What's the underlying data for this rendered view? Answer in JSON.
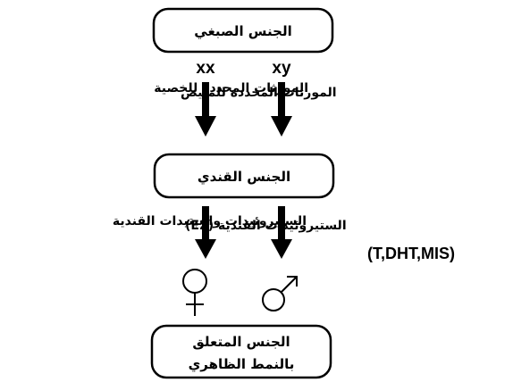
{
  "boxes": {
    "chromosomal_sex": "الجنس الصبغي",
    "gonadal_sex": "الجنس القندي",
    "phenotypic_sex_line1": "الجنس المتعلق",
    "phenotypic_sex_line2": "بالنمط الظاهري"
  },
  "chromosomes": {
    "female": "xx",
    "male": "xy"
  },
  "labels": {
    "ovary_genes": "المورثات المحددة للمبيض",
    "testis_genes": "المورثات المحددة للخصية",
    "female_hormones": "الستيروئيدات القندية (E2)",
    "male_hormones": "الستيروئيدات والببتيدات القندية",
    "male_hormones_abbrev": "(T,DHT,MIS)"
  },
  "symbols": {
    "female_icon": "female-symbol-icon",
    "male_icon": "male-symbol-icon"
  },
  "colors": {
    "ink": "#000000",
    "background": "#ffffff"
  }
}
